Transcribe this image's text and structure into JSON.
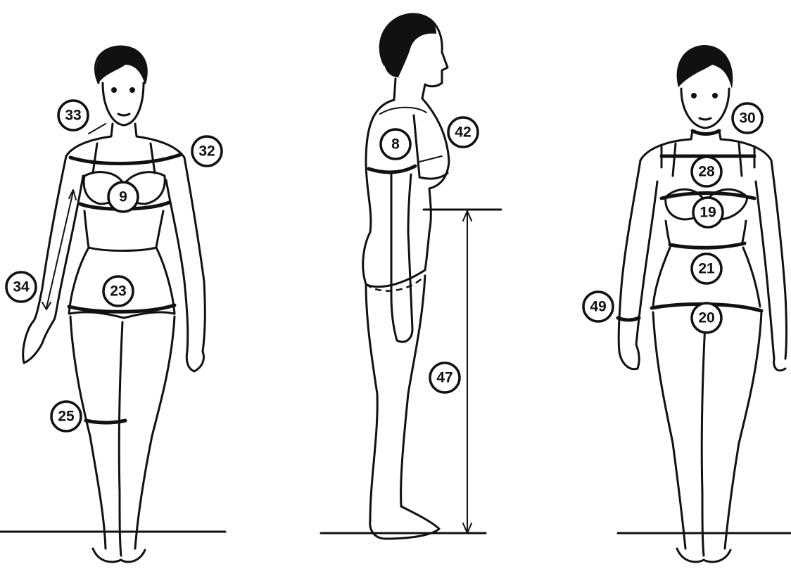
{
  "figures": {
    "front": {
      "labels": {
        "m33": "33",
        "m32": "32",
        "m9": "9",
        "m34": "34",
        "m23": "23",
        "m25": "25"
      }
    },
    "side": {
      "labels": {
        "m8": "8",
        "m42": "42",
        "m47": "47"
      }
    },
    "front_right": {
      "labels": {
        "m30": "30",
        "m28": "28",
        "m19": "19",
        "m21": "21",
        "m49": "49",
        "m20": "20"
      }
    }
  }
}
